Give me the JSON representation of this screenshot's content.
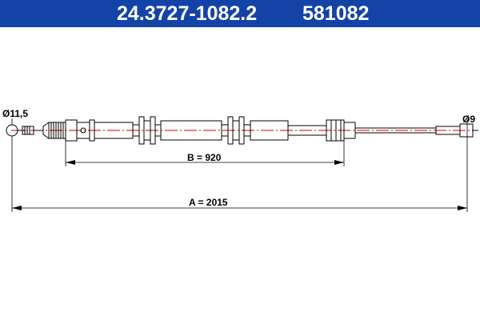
{
  "header": {
    "part_number": "24.3727-1082.2",
    "ref_number": "581082",
    "background_color": "#1443a8",
    "text_color": "#ffffff"
  },
  "drawing": {
    "left_end_diameter": "Ø11,5",
    "right_end_diameter": "Ø9",
    "dimension_b": "B = 920",
    "dimension_a": "A = 2015",
    "line_color": "#000000",
    "accent_color": "#cc0000"
  }
}
